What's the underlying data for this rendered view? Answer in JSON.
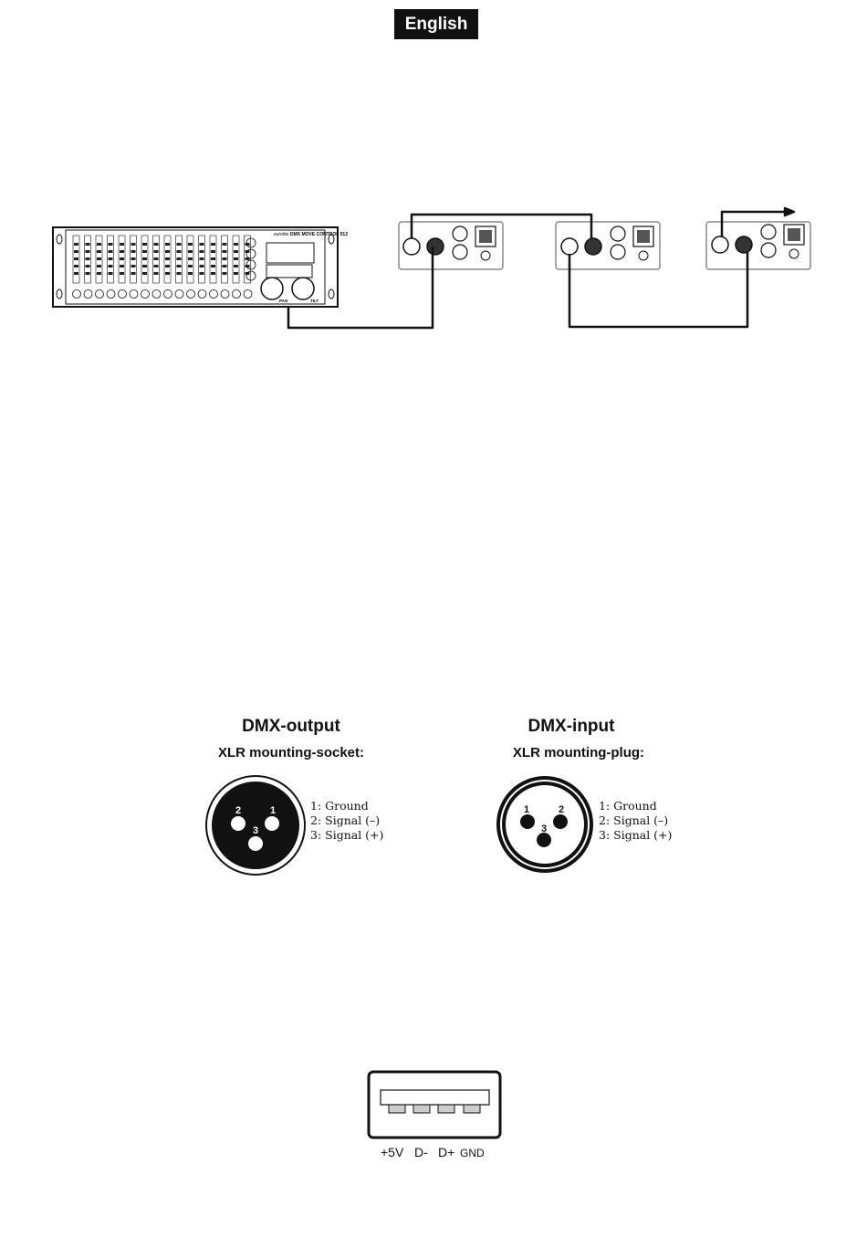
{
  "language_badge": "English",
  "controller": {
    "brand": "eurolite",
    "model": "DMX MOVE CONTROL 512",
    "pan_label": "PAN",
    "tilt_label": "TILT"
  },
  "dmx_output": {
    "title": "DMX-output",
    "subtitle": "XLR mounting-socket:",
    "pins": [
      "1: Ground",
      "2: Signal (–)",
      "3: Signal (+)"
    ],
    "pin_numbers": [
      "2",
      "1",
      "3"
    ]
  },
  "dmx_input": {
    "title": "DMX-input",
    "subtitle": "XLR mounting-plug:",
    "pins": [
      "1: Ground",
      "2: Signal (–)",
      "3: Signal (+)"
    ],
    "pin_numbers": [
      "1",
      "2",
      "3"
    ]
  },
  "usb": {
    "pins": [
      "+5V",
      "D-",
      "D+",
      "GND"
    ]
  }
}
